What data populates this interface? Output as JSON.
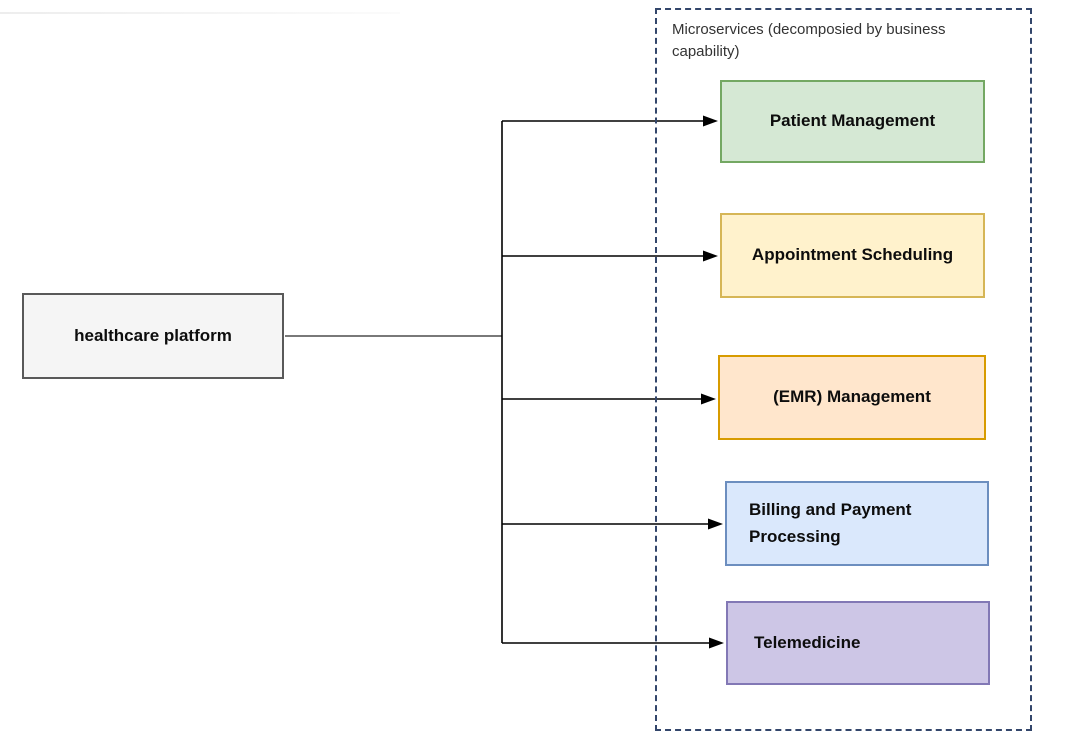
{
  "diagram": {
    "root": {
      "label": "healthcare platform",
      "fill": "#f5f5f5",
      "border": "#595959"
    },
    "group": {
      "title": "Microservices (decomposied by business capability)",
      "border_color": "#33466b"
    },
    "services": [
      {
        "label": "Patient Management",
        "fill": "#d5e8d4",
        "border": "#74a863",
        "align": "center"
      },
      {
        "label": "Appointment Scheduling",
        "fill": "#fff2cc",
        "border": "#d6b656",
        "align": "center"
      },
      {
        "label": "(EMR) Management",
        "fill": "#ffe6cc",
        "border": "#d79b00",
        "align": "center"
      },
      {
        "label": "Billing and Payment Processing",
        "fill": "#dae8fc",
        "border": "#6c8ebf",
        "align": "left"
      },
      {
        "label": "Telemedicine",
        "fill": "#cdc6e6",
        "border": "#8278b5",
        "align": "left"
      }
    ],
    "connector_color": "#000000",
    "trunk_color": "#4d4d4d"
  }
}
